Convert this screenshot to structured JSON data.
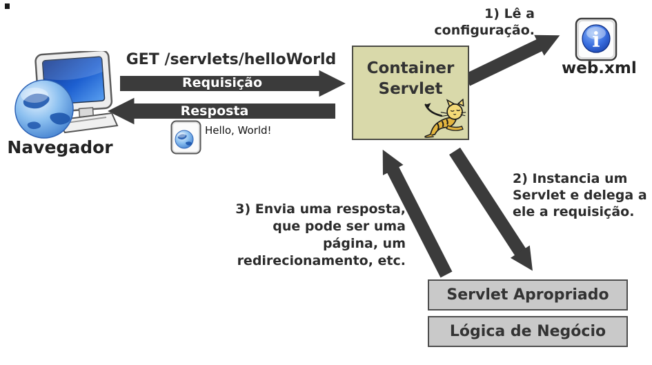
{
  "nodes": {
    "browser": {
      "label": "Navegador"
    },
    "container": {
      "label_lines": [
        "Container",
        "Servlet"
      ]
    },
    "webxml": {
      "label": "web.xml",
      "icon_letter": "i"
    },
    "servlet_box": {
      "label": "Servlet Apropriado"
    },
    "logic_box": {
      "label": "Lógica de Negócio"
    }
  },
  "messages": {
    "request_line": "GET /servlets/helloWorld",
    "request_arrow_label": "Requisição",
    "response_arrow_label": "Resposta",
    "response_content": "Hello, World!"
  },
  "annotations": {
    "step1": {
      "lines": [
        "1) Lê a",
        "configuração."
      ]
    },
    "step2": {
      "lines": [
        "2) Instancia um",
        "Servlet e delega a",
        "ele a requisição."
      ]
    },
    "step3": {
      "lines": [
        "3) Envia uma resposta,",
        "que pode ser uma",
        "página, um",
        "redirecionamento, etc."
      ]
    }
  },
  "colors": {
    "arrow": "#3b3b3b",
    "container_box_bg": "#d9d9aa",
    "gray_box_bg": "#c9c9c9",
    "box_border": "#4a4a4a",
    "text": "#2b2b2b",
    "arrow_label_text": "#ffffff",
    "info_icon_blue": "#1f55c8",
    "tomcat_yellow": "#e3b53e"
  }
}
